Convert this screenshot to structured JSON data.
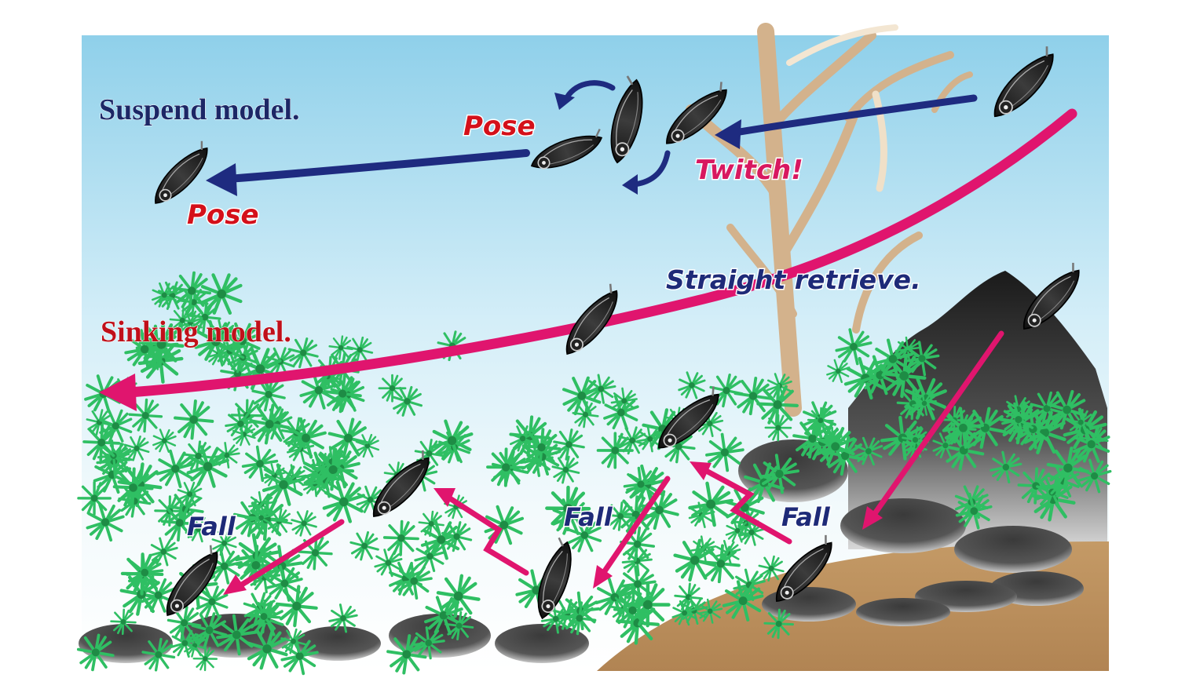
{
  "labels": {
    "suspend_model": "Suspend model.",
    "sinking_model": "Sinking model.",
    "pose_upper": "Pose",
    "pose_left": "Pose",
    "twitch": "Twitch!",
    "straight_retrieve": "Straight retrieve.",
    "fall_left": "Fall",
    "fall_middle": "Fall",
    "fall_right": "Fall"
  },
  "colors": {
    "suspend_text": "#1c2766",
    "sinking_text": "#c0101a",
    "pose_text": "#d4101a",
    "twitch_text": "#d81860",
    "blue_label_text": "#1e2a78",
    "suspend_arrow": "#1e2b80",
    "sinking_arrow": "#e0156e",
    "plant": "#35c46a",
    "branch": "#d2b08a",
    "rock": "#2a2a2a",
    "ground": "#b58a5a"
  }
}
